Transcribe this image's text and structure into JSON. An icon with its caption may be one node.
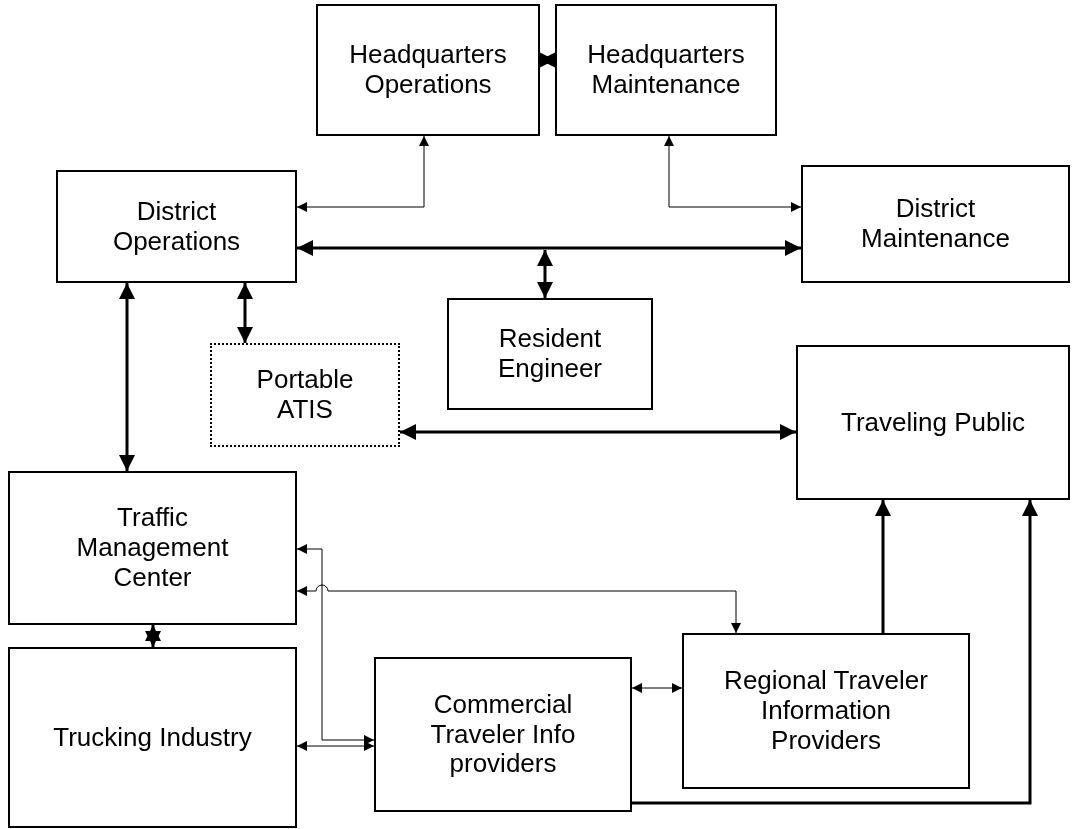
{
  "diagram": {
    "nodes": [
      {
        "text": [
          "Headquarters Operations"
        ]
      },
      {
        "text": [
          "Headquarters Maintenance"
        ]
      },
      {
        "text": [
          "District Operations"
        ]
      },
      {
        "text": [
          "District Maintenance"
        ]
      },
      {
        "text": [
          "Resident Engineer"
        ]
      },
      {
        "text": [
          "Portable ATIS"
        ]
      },
      {
        "text": [
          "Traveling Public"
        ]
      },
      {
        "text": [
          "Traffic Management Center"
        ]
      },
      {
        "text": [
          "Trucking Industry"
        ]
      },
      {
        "text": [
          "Commercial Traveler Info providers"
        ]
      },
      {
        "text": [
          "Regional Traveler Information Providers"
        ]
      }
    ],
    "edges": [
      {
        "from": 0,
        "to": 1,
        "arrow": "both"
      },
      {
        "from": 0,
        "to": 2,
        "arrow": "both"
      },
      {
        "from": 1,
        "to": 3,
        "arrow": "both"
      },
      {
        "from": 2,
        "to": 3,
        "arrow": "both"
      },
      {
        "from": 4,
        "to": 2,
        "arrow": "both"
      },
      {
        "from": 4,
        "to": 3,
        "arrow": "both"
      },
      {
        "from": 2,
        "to": 7,
        "arrow": "both"
      },
      {
        "from": 2,
        "to": 5,
        "arrow": "both"
      },
      {
        "from": 5,
        "to": 6,
        "arrow": "both"
      },
      {
        "from": 7,
        "to": 8,
        "arrow": "both"
      },
      {
        "from": 7,
        "to": 9,
        "arrow": "both"
      },
      {
        "from": 7,
        "to": 10,
        "arrow": "both"
      },
      {
        "from": 9,
        "to": 10,
        "arrow": "both"
      },
      {
        "from": 8,
        "to": 9,
        "arrow": "both"
      },
      {
        "from": 10,
        "to": 6,
        "arrow": "to"
      },
      {
        "from": 9,
        "to": 6,
        "arrow": "to"
      }
    ]
  }
}
